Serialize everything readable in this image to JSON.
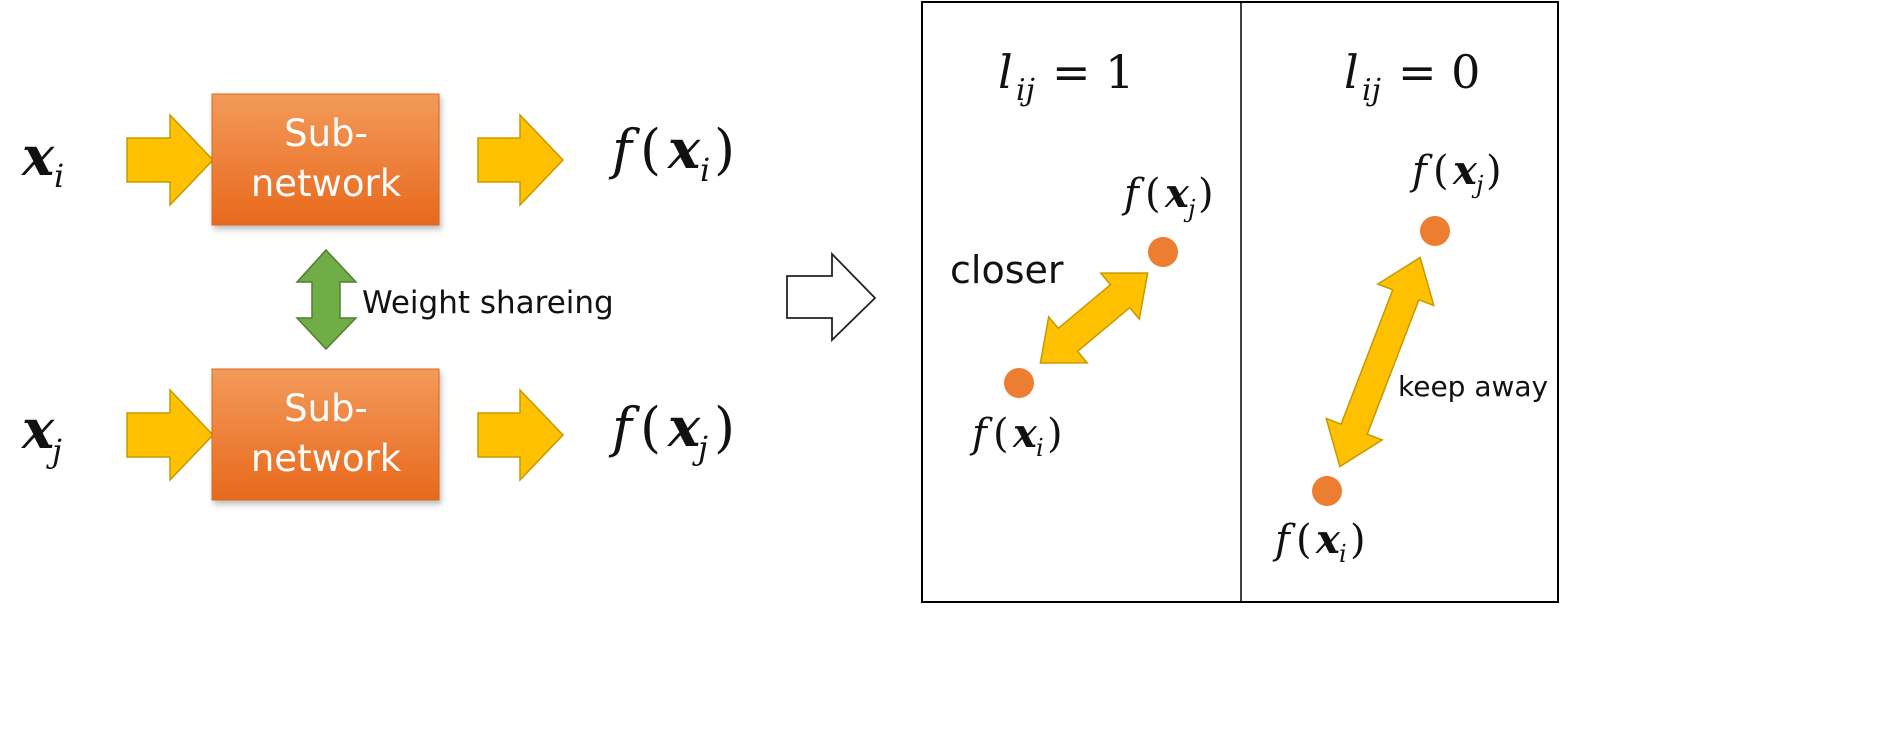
{
  "left": {
    "input_i_symbol": "x",
    "input_i_sub": "i",
    "input_j_symbol": "x",
    "input_j_sub": "j",
    "subnetwork_top": {
      "line1": "Sub-",
      "line2": "network"
    },
    "subnetwork_bottom": {
      "line1": "Sub-",
      "line2": "network"
    },
    "weight_sharing_label": "Weight shareing",
    "output_func": "f",
    "output_var": "x",
    "output_i_sub": "i",
    "output_j_sub": "j"
  },
  "right": {
    "similar_panel": {
      "label_var": "l",
      "label_sub": "ij",
      "label_rhs": "= 1",
      "arrow_label": "closer",
      "point_j": {
        "func": "f",
        "var": "x",
        "sub": "j"
      },
      "point_i": {
        "func": "f",
        "var": "x",
        "sub": "i"
      }
    },
    "dissimilar_panel": {
      "label_var": "l",
      "label_sub": "ij",
      "label_rhs": "= 0",
      "arrow_label": "keep away",
      "point_j": {
        "func": "f",
        "var": "x",
        "sub": "j"
      },
      "point_i": {
        "func": "f",
        "var": "x",
        "sub": "i"
      }
    }
  },
  "colors": {
    "box_top": "#F39A5A",
    "box_bottom": "#E8691C",
    "box_border": "#D9691F",
    "arrow_fill": "#FFC000",
    "arrow_stroke": "#C59A00",
    "shared_arrow": "#70AD47",
    "shared_arrow_stroke": "#507E32",
    "point": "#ED7D31",
    "panel_border": "#000000"
  }
}
